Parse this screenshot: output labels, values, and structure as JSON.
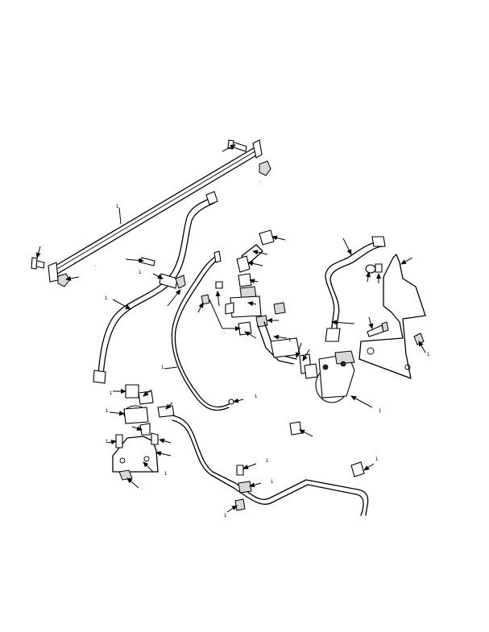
{
  "figure": {
    "background": "#ffffff",
    "line_color": "#000000",
    "callouts": {
      "c1": ".",
      "c2": "1",
      "c3": ".",
      "c4": "1",
      "c5": "1",
      "c6": "1",
      "c7": "1",
      "c8": ".",
      "c9": "1",
      "c10": "1",
      "c11": "1",
      "c12": "1",
      "c13": ".",
      "c14": "1",
      "c15": "1",
      "c16": "1",
      "c17": "1",
      "c18": "1",
      "c19": "1",
      "c20": "1"
    }
  }
}
